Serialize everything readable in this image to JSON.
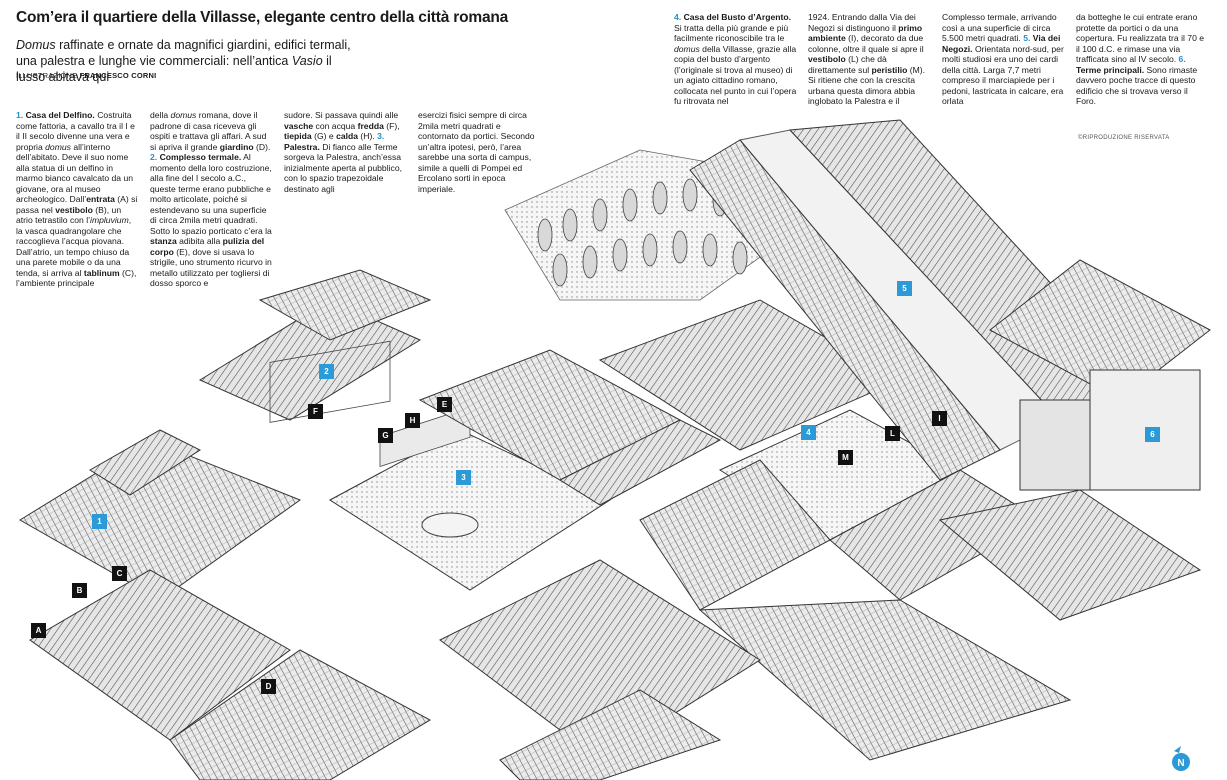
{
  "header": {
    "title": "Com’era il quartiere della Villasse, elegante centro della città romana",
    "subtitle_em": "Domus",
    "subtitle_rest": " raffinate e ornate da magnifici giardini, edifici termali, una palestra e lunghe vie commerciali: nell’antica ",
    "subtitle_em2": "Vasio",
    "subtitle_end": " il lusso abitava qui",
    "credit_label": "ILLUSTRAZIONE ",
    "credit_name": "FRANCESCO CORNI"
  },
  "columns": {
    "c1": {
      "num1": "1.",
      "head1": "Casa del Delfino.",
      "t1": "Costruita come fattoria, a cavallo tra il I e il II secolo divenne una vera e propria ",
      "t1em": "domus",
      "t1b": " all’interno dell’abitato. Deve il suo nome alla statua di un delfino in marmo bianco cavalcato da un giovane, ora al museo archeologico. Dall’",
      "b1": "entrata",
      "t2": " (A) si passa nel ",
      "b2": "vestibolo",
      "t3": " (B), un atrio tetrastilo con l’",
      "t3em": "impluvium",
      "t4": ", la vasca quadrangolare che raccoglieva l’acqua piovana. Dall’atrio, un tempo chiuso da una parete mobile o da una tenda, si arriva al ",
      "b3": "tablinum",
      "t5": " (C), l’ambiente principale"
    },
    "c2": {
      "t1": "della ",
      "t1em": "domus",
      "t1b": " romana, dove il padrone di casa riceveva gli ospiti e trattava gli affari. A sud si apriva il grande ",
      "b1": "giardino",
      "t2": " (D).",
      "num2": "2.",
      "head2": "Complesso termale.",
      "t3": " Al momento della loro costruzione, alla fine del I secolo a.C., queste terme erano pubbliche e molto articolate, poiché si estendevano su una superficie di circa 2mila metri quadrati. Sotto lo spazio porticato c’era la ",
      "b2": "stanza",
      "t4": " adibita alla ",
      "b3": "pulizia del corpo",
      "t5": " (E), dove si usava lo strigile, uno strumento ricurvo in metallo utilizzato per togliersi di dosso sporco e"
    },
    "c3": {
      "t1": "sudore. Si passava quindi alle ",
      "b1": "vasche",
      "t2": " con acqua ",
      "b2": "fredda",
      "t3": " (F), ",
      "b3": "tiepida",
      "t4": " (G) e ",
      "b4": "calda",
      "t5": " (H).",
      "num3": "3.",
      "head3": "Palestra.",
      "t6": " Di fianco alle Terme sorgeva la Palestra, anch’essa inizialmente aperta al pubblico, con lo spazio trapezoidale destinato agli"
    },
    "c4": {
      "t1": "esercizi fisici sempre di circa 2mila metri quadrati e contornato da portici. Secondo un’altra ipotesi, però, l’area sarebbe una sorta di campus, simile a quelli di Pompei ed Ercolano sorti in epoca imperiale."
    },
    "c5": {
      "num4": "4.",
      "head4": "Casa del Busto d’Argento.",
      "t1": " Si tratta della più grande e più facilmente riconoscibile tra le ",
      "t1em": "domus",
      "t2": " della Villasse, grazie alla copia del busto d’argento (l’originale si trova al museo) di un agiato cittadino romano, collocata nel punto in cui l’opera fu ritrovata nel"
    },
    "c6": {
      "t1": "1924. Entrando dalla Via dei Negozi si distinguono il ",
      "b1": "primo ambiente",
      "t2": " (I), decorato da due colonne, oltre il quale si apre il ",
      "b2": "vestibolo",
      "t3": " (L) che dà direttamente sul ",
      "b3": "peristilio",
      "t4": " (M). Si ritiene che con la crescita urbana questa dimora abbia inglobato la Palestra e il"
    },
    "c7": {
      "t1": "Complesso termale, arrivando così a una superficie di circa 5.500 metri quadrati.",
      "num5": "5.",
      "head5": "Via dei Negozi.",
      "t2": " Orientata nord-sud, per molti studiosi era uno dei cardi della città. Larga 7,7 metri compreso il marciapiede per i pedoni, lastricata in calcare, era orlata"
    },
    "c8": {
      "t1": "da botteghe le cui entrate erano protette da portici o da una copertura. Fu realizzata tra il 70 e il 100 d.C. e rimase una via trafficata sino al IV secolo.",
      "num6": "6.",
      "head6": "Terme principali.",
      "t2": " Sono rimaste davvero poche tracce di questo edificio che si trovava verso il Foro."
    }
  },
  "repro": "©RIPRODUZIONE RISERVATA",
  "markers": {
    "m1": "1",
    "m2": "2",
    "m3": "3",
    "m4": "4",
    "m5": "5",
    "m6": "6",
    "A": "A",
    "B": "B",
    "C": "C",
    "D": "D",
    "E": "E",
    "F": "F",
    "G": "G",
    "H": "H",
    "I": "I",
    "L": "L",
    "M": "M"
  },
  "compass": "N",
  "colors": {
    "marker_blue": "#2c9ad6",
    "marker_black": "#111111",
    "accent": "#2a8fc9"
  }
}
